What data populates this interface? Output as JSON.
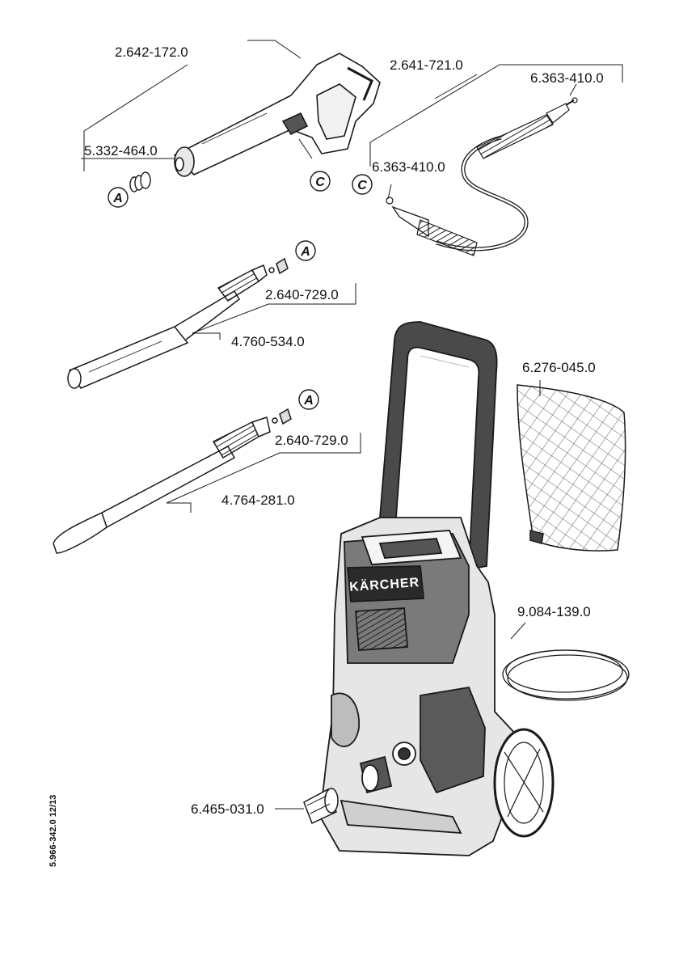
{
  "parts": {
    "trigger_gun": "2.642-172.0",
    "gun_adapter": "5.332-464.0",
    "hose": "2.641-721.0",
    "oring_top": "6.363-410.0",
    "oring_mid": "6.363-410.0",
    "lance_adapter_1": "2.640-729.0",
    "vario_lance": "4.760-534.0",
    "lance_adapter_2": "2.640-729.0",
    "dirt_blaster": "4.764-281.0",
    "bag": "6.276-045.0",
    "suction_hose": "9.084-139.0",
    "coupling": "6.465-031.0"
  },
  "callouts": {
    "a": "A",
    "c": "C"
  },
  "brand": "KÄRCHER",
  "doc_number": "5.966-342.0  12/13",
  "colors": {
    "line": "#1a1a1a",
    "body_dark": "#3a3a3a",
    "body_mid": "#8a8a8a",
    "body_light": "#d6d6d6"
  }
}
